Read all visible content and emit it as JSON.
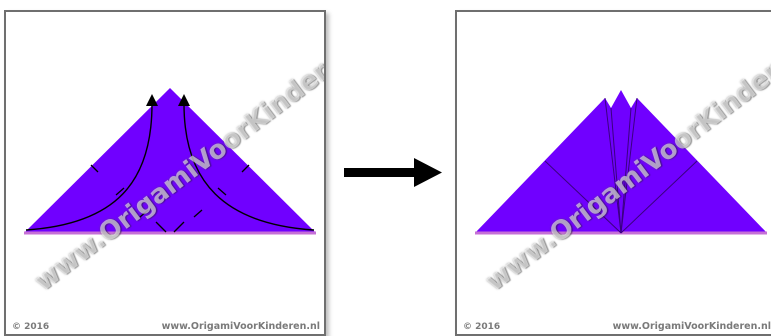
{
  "watermark": "www.OrigamiVoorKinderen.nl",
  "left_panel": {
    "copyright": "© 2016",
    "site": "www.OrigamiVoorKinderen.nl"
  },
  "right_panel": {
    "copyright": "© 2016",
    "site": "www.OrigamiVoorKinderen.nl"
  },
  "colors": {
    "paper_purple": "#7000ff",
    "fold_line": "#3a0080",
    "arrow_black": "#000000",
    "frame_border": "#6f6f6f"
  },
  "icons": {
    "step_arrow": "right-arrow-icon",
    "fold_arrows": "curved-arrow-up-icon"
  }
}
